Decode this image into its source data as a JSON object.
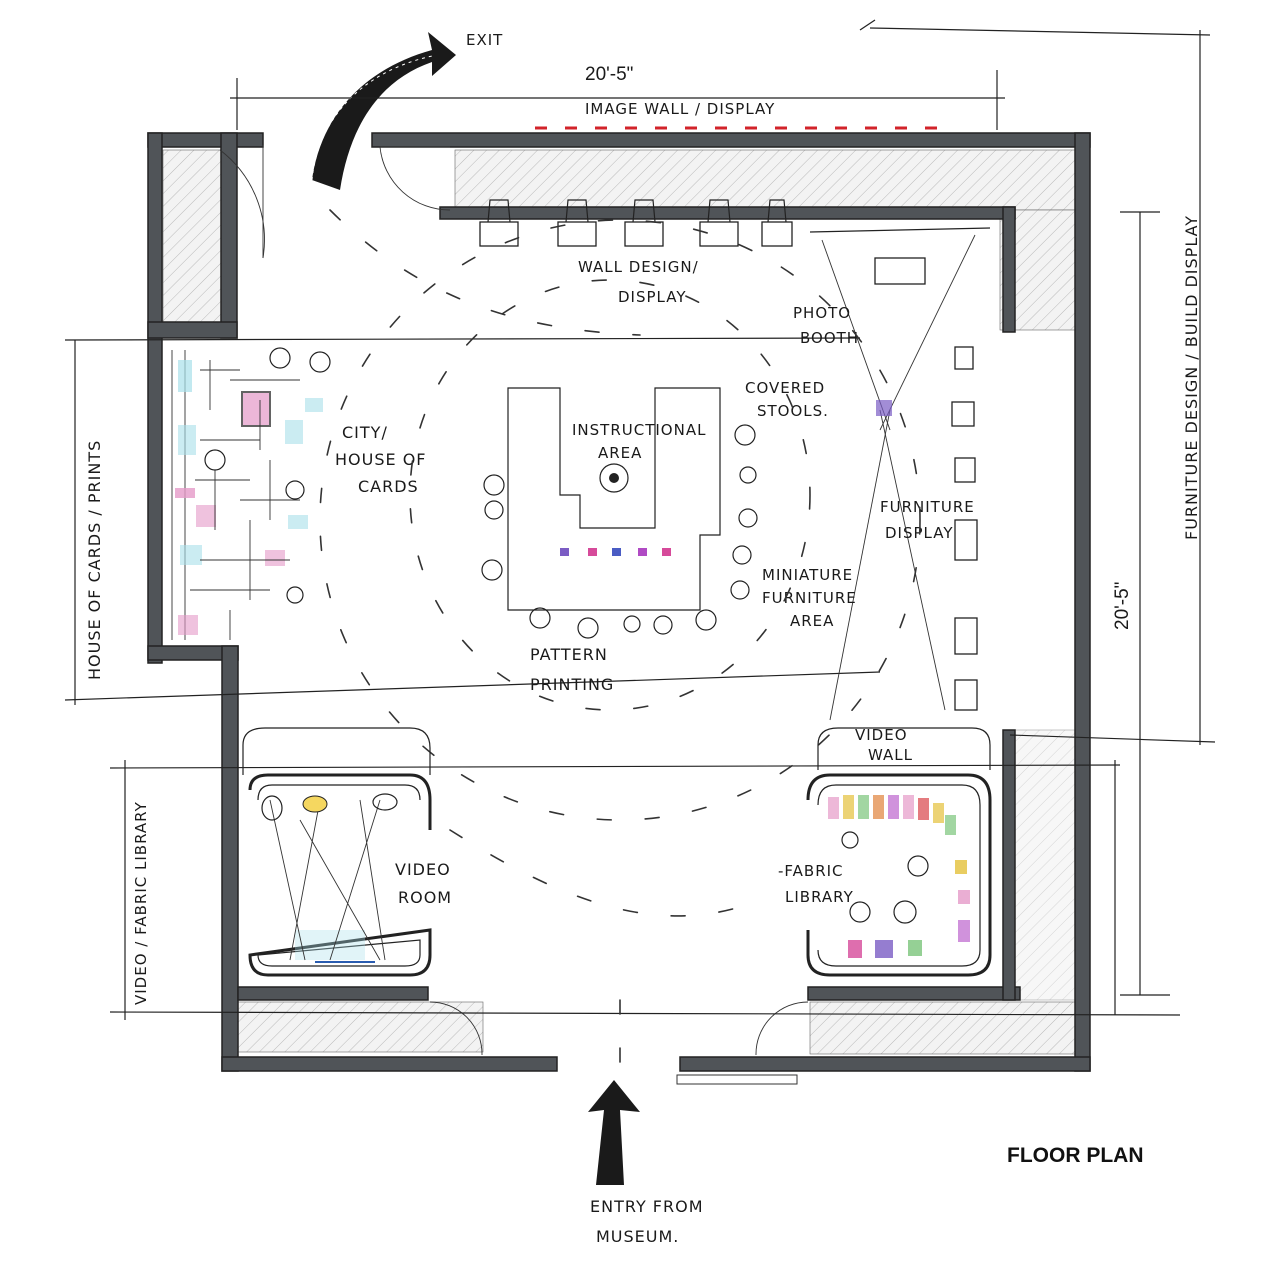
{
  "labels": {
    "exit": "EXIT",
    "dim_top": "20'-5\"",
    "dim_right": "20'-5\"",
    "image_wall": "IMAGE WALL / DISPLAY",
    "wall_design_1": "WALL DESIGN/",
    "wall_design_2": "DISPLAY",
    "photo_booth_1": "PHOTO",
    "photo_booth_2": "BOOTH",
    "covered_stools_1": "COVERED",
    "covered_stools_2": "STOOLS.",
    "instruction_1": "INSTRUCTIONAL",
    "instruction_2": "AREA",
    "city_1": "CITY/",
    "city_2": "HOUSE OF",
    "city_3": "CARDS",
    "furniture_display_1": "FURNITURE",
    "furniture_display_2": "DISPLAY",
    "miniature_1": "MINIATURE",
    "miniature_2": "FURNITURE",
    "miniature_3": "AREA",
    "pattern_1": "PATTERN",
    "pattern_2": "PRINTING",
    "video_wall_1": "VIDEO",
    "video_wall_2": "WALL",
    "video_room_1": "VIDEO",
    "video_room_2": "ROOM",
    "fabric_1": "-FABRIC",
    "fabric_2": "LIBRARY",
    "entry_1": "ENTRY FROM",
    "entry_2": "MUSEUM.",
    "zone_left": "HOUSE OF CARDS / PRINTS",
    "zone_left_bottom": "VIDEO / FABRIC LIBRARY",
    "zone_right": "FURNITURE DESIGN / BUILD DISPLAY",
    "floor_plan": "FLOOR PLAN"
  },
  "colors": {
    "wall": "#505458",
    "accent_red": "#d2232a",
    "pink": "#e59ac8",
    "cyan": "#a8e0ea",
    "purple": "#7b5cc4"
  }
}
